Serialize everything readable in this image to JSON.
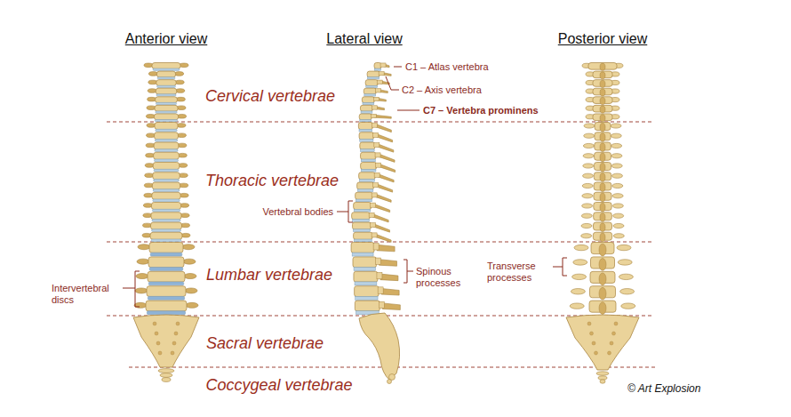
{
  "diagram": {
    "labels": [
      "Anterior view",
      "Lateral view",
      "Posterior view",
      "C1 – Atlas vertebra",
      "C2 – Axis vertebra",
      "C7 – Vertebra prominens",
      "Cervical vertebrae",
      "Thoracic vertebrae",
      "Vertebral bodies",
      "Lumbar vertebrae",
      "Intervertebral discs",
      "Spinous processes",
      "Transverse processes",
      "Sacral vertebrae",
      "Coccygeal vertebrae",
      "© Art Explosion"
    ]
  }
}
